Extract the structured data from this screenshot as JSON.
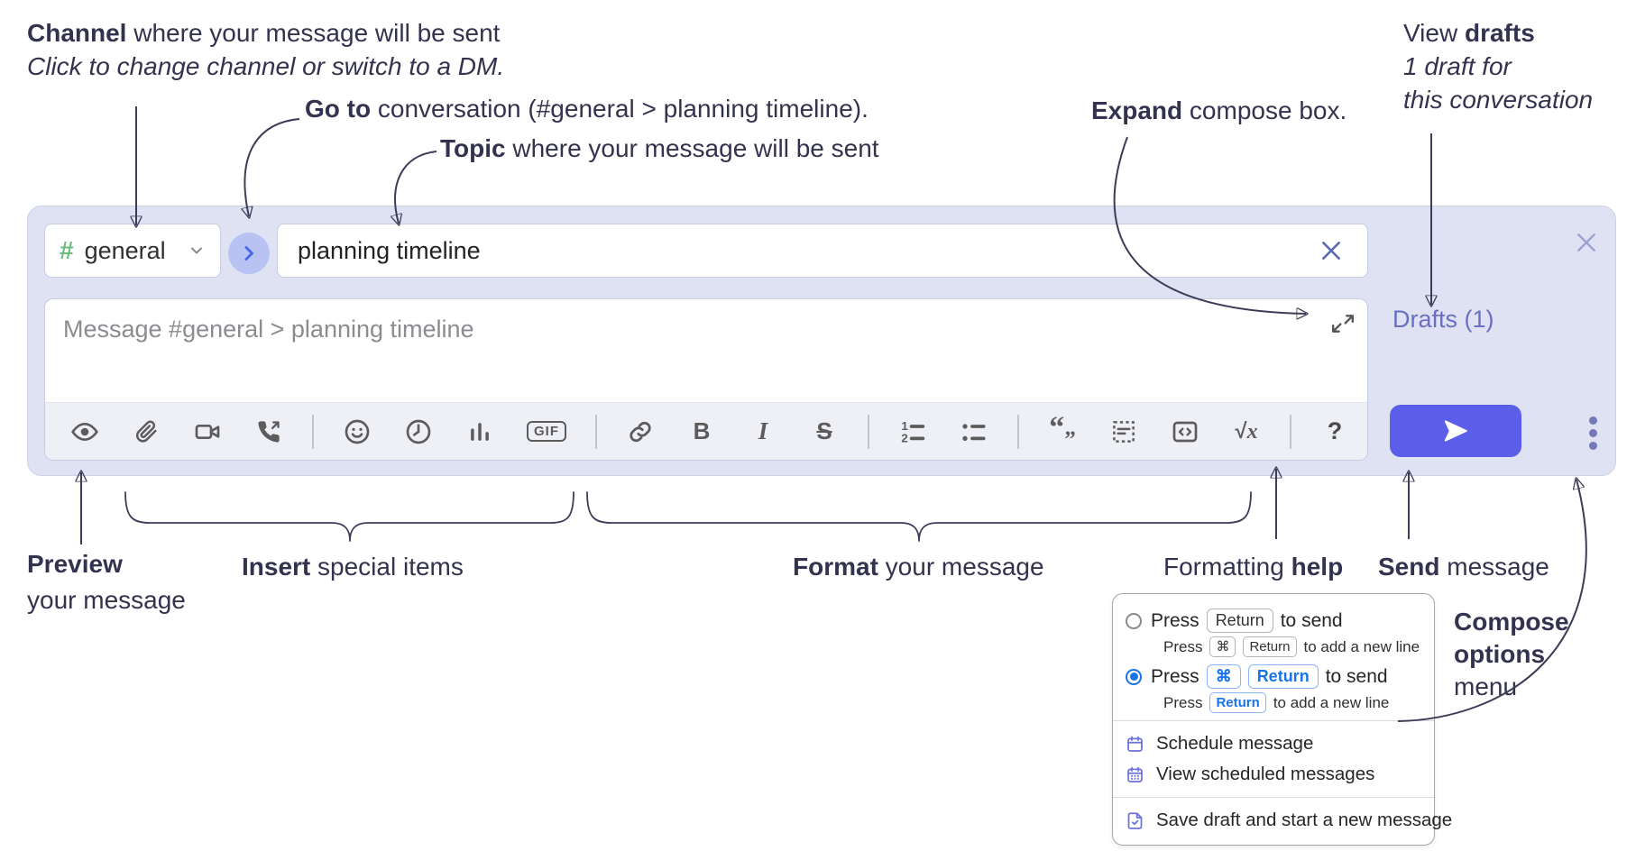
{
  "annotations": {
    "channel": {
      "bold": "Channel",
      "rest": " where your message will be sent",
      "italic": "Click to change channel or switch to a DM."
    },
    "go_to": {
      "bold": "Go to",
      "rest": " conversation (#general > planning timeline)."
    },
    "topic": {
      "bold": "Topic",
      "rest": " where your message will be sent"
    },
    "expand": {
      "bold": "Expand",
      "rest": " compose box."
    },
    "view_drafts": {
      "pre": "View ",
      "bold": "drafts",
      "line2": "1 draft for",
      "line3": "this conversation"
    },
    "preview": {
      "bold": "Preview",
      "line2": "your message"
    },
    "insert": {
      "bold": "Insert",
      "rest": " special items"
    },
    "format": {
      "bold": "Format",
      "rest": " your message"
    },
    "formatting_help": {
      "pre": "Formatting ",
      "bold": "help"
    },
    "send": {
      "bold": "Send",
      "rest": " message"
    },
    "compose_options": {
      "line1": "Compose",
      "line2": "options",
      "line3": "menu"
    }
  },
  "compose_box": {
    "channel_selector": {
      "hash": "#",
      "label": "general"
    },
    "topic_input": {
      "value": "planning timeline"
    },
    "message_input": {
      "placeholder": "Message #general > planning timeline"
    },
    "drafts_link": "Drafts (1)",
    "toolbar": {
      "icons": [
        "preview-eye",
        "attach-paperclip",
        "start-video-call",
        "start-audio-call",
        "emoji",
        "add-global-time",
        "add-poll",
        "add-gif",
        "link",
        "bold",
        "italic",
        "strikethrough",
        "numbered-list",
        "bulleted-list",
        "quote",
        "spoiler",
        "code",
        "math",
        "message-formatting-help"
      ],
      "gif": "GIF",
      "bold": "B",
      "italic": "I",
      "strike": "S",
      "ol1": "1",
      "ol2": "2",
      "quote_open": "“",
      "quote_close": "”",
      "sqrt": "√",
      "math_x": "x",
      "help": "?"
    }
  },
  "options_menu": {
    "option1": {
      "press": "Press",
      "key1": "Return",
      "suffix": "to send",
      "sub_press": "Press",
      "sub_key1": "⌘",
      "sub_key2": "Return",
      "sub_suffix": "to add a new line"
    },
    "option2": {
      "press": "Press",
      "key1": "⌘",
      "key2": "Return",
      "suffix": "to send",
      "sub_press": "Press",
      "sub_key1": "Return",
      "sub_suffix": "to add a new line"
    },
    "schedule": "Schedule message",
    "view_scheduled": "View scheduled messages",
    "save_draft": "Save draft and start a new message"
  },
  "colors": {
    "compose_bg": "#dfe2f2",
    "send_button": "#5a5ee8",
    "drafts_link": "#6a6fc4",
    "channel_hash_green": "#6ebd7d",
    "goto_circle": "#b9c3f3",
    "radio_selected_blue": "#1a73e8",
    "menu_icon_purple": "#6a71e0",
    "annotation_text": "#34334f"
  }
}
